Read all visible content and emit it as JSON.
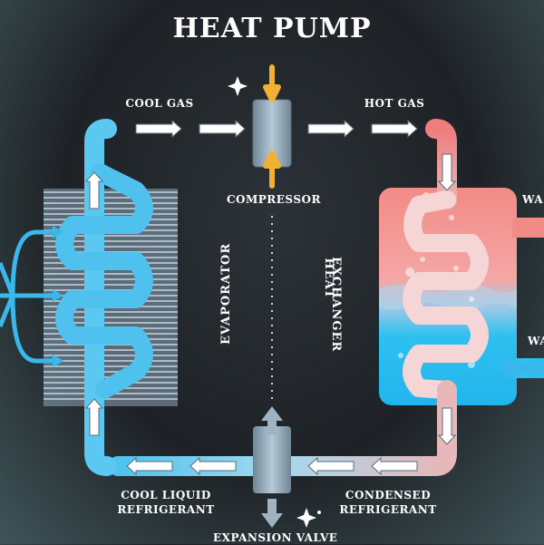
{
  "title": "HEAT PUMP",
  "labels": {
    "cool_gas": "COOL GAS",
    "hot_gas": "HOT GAS",
    "compressor": "COMPRESSOR",
    "evaporator": "EVAPORATOR",
    "heat_exchanger_line1": "HEAT",
    "heat_exchanger_line2": "EXCHANGER",
    "cool_liquid_line1": "COOL LIQUID",
    "cool_liquid_line2": "REFRIGERANT",
    "condensed_line1": "CONDENSED",
    "condensed_line2": "REFRIGERANT",
    "expansion_valve": "EXPANSION VALVE",
    "water_top": "WA",
    "water_bottom": "WA"
  },
  "colors": {
    "cold_blue": "#39b8ec",
    "light_blue": "#9fdcf3",
    "hot_red": "#f07c7c",
    "light_red": "#f5b3b0",
    "component_gray": "#8fa7b8",
    "arrow_yellow": "#f2b134",
    "fin_gray": "#9fb6c8"
  },
  "icons": [
    "sparkle-icon",
    "sparkle-icon"
  ]
}
